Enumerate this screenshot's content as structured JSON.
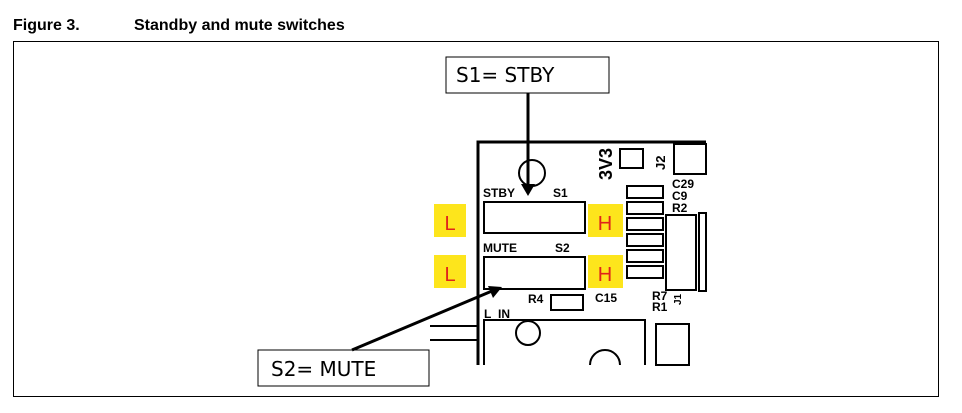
{
  "figure": {
    "number": "Figure 3.",
    "title": "Standby and mute switches"
  },
  "callouts": {
    "s1": "S1= STBY",
    "s2": "S2= MUTE"
  },
  "silkscreen": {
    "stby": "STBY",
    "s1": "S1",
    "mute": "MUTE",
    "s2": "S2",
    "v33": "3V3",
    "j2": "J2",
    "c29": "C29",
    "c9": "C9",
    "r2": "R2",
    "c15": "C15",
    "r4": "R4",
    "r7": "R7",
    "r1": "R1",
    "j1": "J1",
    "l_in": "L_IN"
  },
  "markers": {
    "low": "L",
    "high": "H"
  },
  "colors": {
    "marker_bg": "#fde51c",
    "marker_text": "#e0241b",
    "ink": "#000000"
  }
}
